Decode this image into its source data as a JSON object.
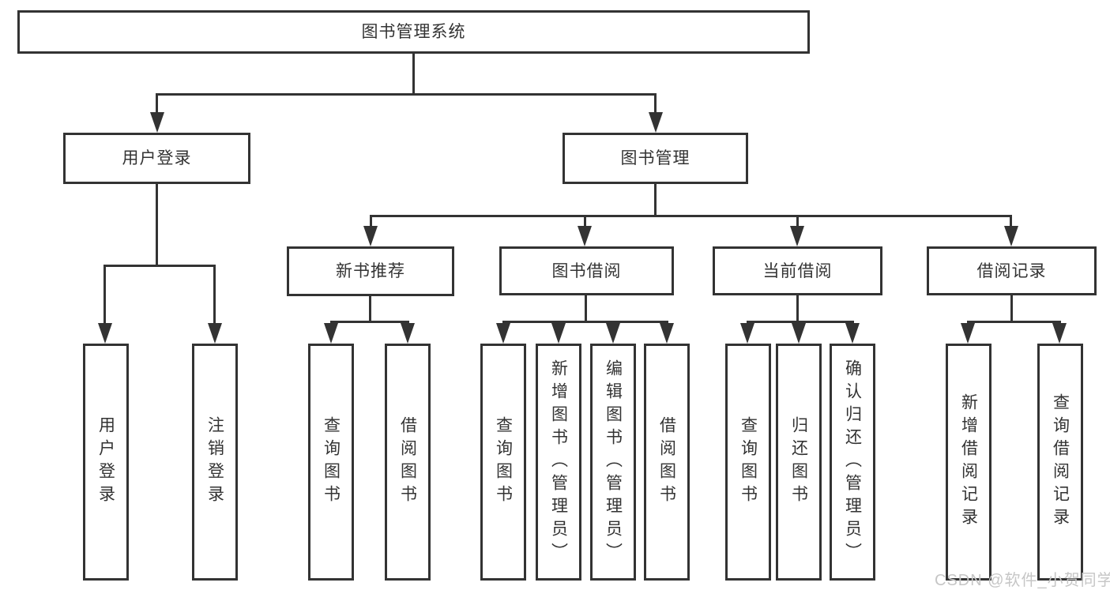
{
  "diagram": {
    "title": "图书管理系统",
    "nodes": {
      "user_login": "用户登录",
      "book_management": "图书管理",
      "new_book_recommend": "新书推荐",
      "book_borrow": "图书借阅",
      "current_borrow": "当前借阅",
      "borrow_records": "借阅记录"
    },
    "leaves": {
      "login": [
        "用户登录",
        "注销登录"
      ],
      "recommend": [
        "查询图书",
        "借阅图书"
      ],
      "borrow": [
        "查询图书",
        "新增图书（管理员）",
        "编辑图书（管理员）",
        "借阅图书"
      ],
      "current": [
        "查询图书",
        "归还图书",
        "确认归还（管理员）"
      ],
      "record": [
        "新增借阅记录",
        "查询借阅记录"
      ]
    },
    "colors": {
      "line": "#333333",
      "text": "#333333",
      "background": "#ffffff",
      "watermark": "#c6c6c6"
    },
    "watermark": "CSDN @软件_小贺同学"
  }
}
